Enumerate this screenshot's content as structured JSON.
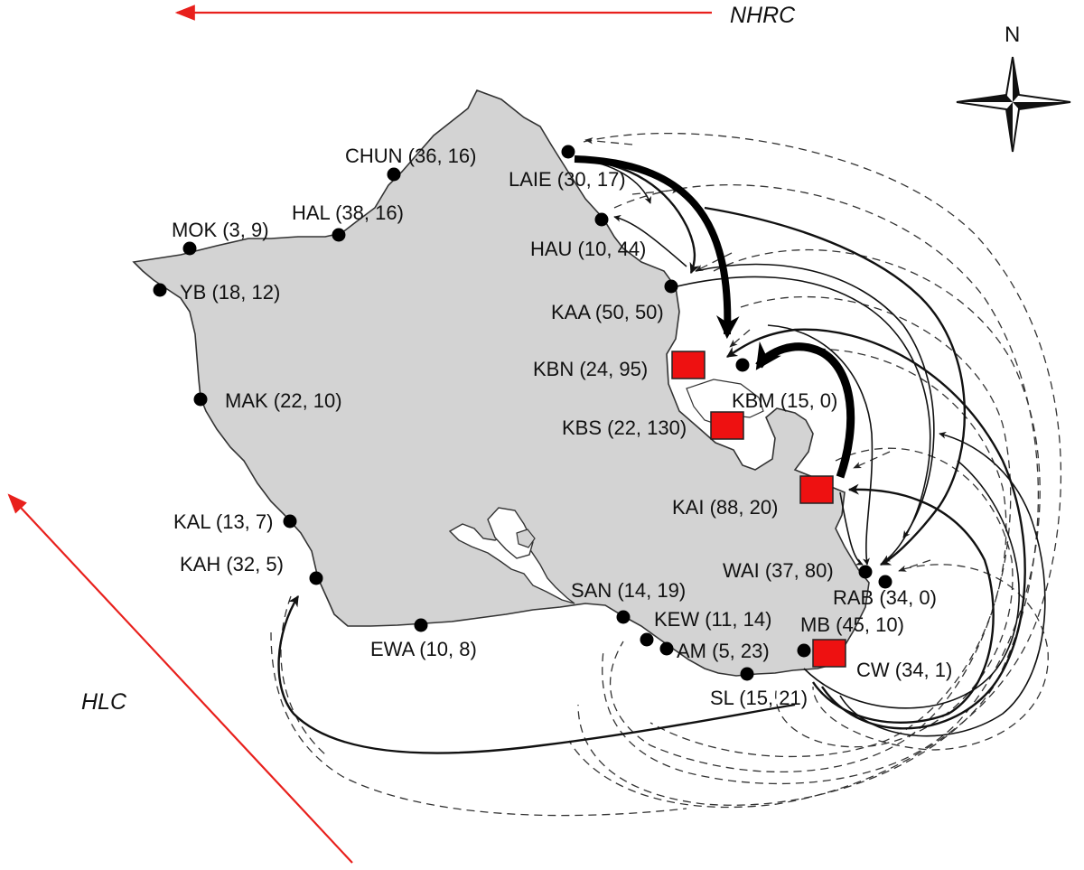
{
  "currents": {
    "nhrc": "NHRC",
    "hlc": "HLC",
    "arrow_color": "#e8201c"
  },
  "compass": {
    "north": "N"
  },
  "legend_colors": {
    "island_fill": "#d3d3d3",
    "nursery_marker": "#ee1111",
    "site_marker": "#000000"
  },
  "sites": [
    {
      "code": "CHUN",
      "label": "CHUN (36, 16)"
    },
    {
      "code": "LAIE",
      "label": "LAIE (30, 17)"
    },
    {
      "code": "HAL",
      "label": "HAL (38, 16)"
    },
    {
      "code": "MOK",
      "label": "MOK (3, 9)"
    },
    {
      "code": "HAU",
      "label": "HAU (10, 44)"
    },
    {
      "code": "YB",
      "label": "YB (18, 12)"
    },
    {
      "code": "KAA",
      "label": "KAA (50, 50)"
    },
    {
      "code": "KBN",
      "label": "KBN (24, 95)"
    },
    {
      "code": "KBM",
      "label": "KBM (15, 0)"
    },
    {
      "code": "MAK",
      "label": "MAK (22, 10)"
    },
    {
      "code": "KBS",
      "label": "KBS (22, 130)"
    },
    {
      "code": "KAI",
      "label": "KAI (88, 20)"
    },
    {
      "code": "KAL",
      "label": "KAL (13, 7)"
    },
    {
      "code": "KAH",
      "label": "KAH (32, 5)"
    },
    {
      "code": "WAI",
      "label": "WAI (37, 80)"
    },
    {
      "code": "SAN",
      "label": "SAN (14, 19)"
    },
    {
      "code": "RAB",
      "label": "RAB (34, 0)"
    },
    {
      "code": "KEW",
      "label": "KEW (11, 14)"
    },
    {
      "code": "MB",
      "label": "MB (45, 10)"
    },
    {
      "code": "EWA",
      "label": "EWA (10, 8)"
    },
    {
      "code": "AM",
      "label": "AM (5, 23)"
    },
    {
      "code": "CW",
      "label": "CW (34, 1)"
    },
    {
      "code": "SL",
      "label": "SL (15, 21)"
    }
  ]
}
